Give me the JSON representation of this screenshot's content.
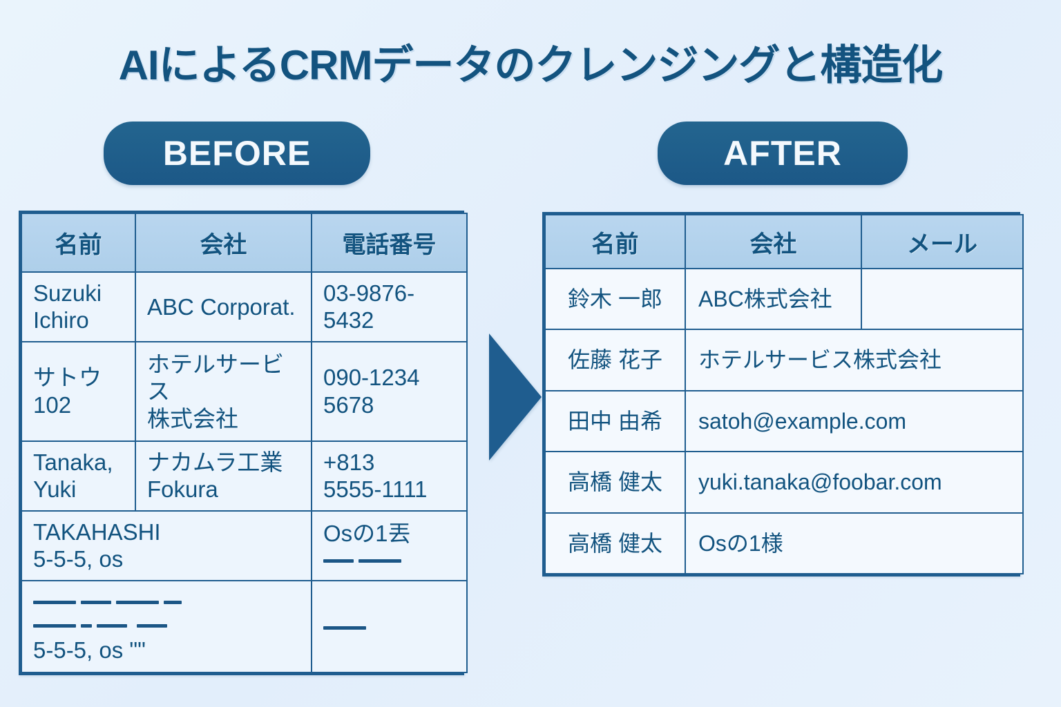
{
  "page": {
    "title": "AIによるCRMデータのクレンジングと構造化",
    "background_color": "#e6f1fb",
    "accent_color": "#1f5d8f",
    "header_fill": "#b3d2ec",
    "text_color": "#12537f"
  },
  "badges": {
    "before": "BEFORE",
    "after": "AFTER"
  },
  "arrow": {
    "icon": "right-triangle-arrow-icon",
    "color": "#1f5d8f"
  },
  "before_table": {
    "columns": [
      "名前",
      "会社",
      "電話番号"
    ],
    "rows": [
      {
        "name_line1": "Suzuki",
        "name_line2": "Ichiro",
        "company": "ABC Corporat.",
        "phone_line1": "03-9876-",
        "phone_line2": "5432"
      },
      {
        "name_line1": "サトウ",
        "name_line2": "102",
        "company_line1": "ホテルサービス",
        "company_line2": "株式会社",
        "phone_line1": "090-1234",
        "phone_line2": "5678"
      },
      {
        "name_line1": "Tanaka,",
        "name_line2": "Yuki",
        "company_line1": "ナカムラ工業",
        "company_line2": "Fokura",
        "phone_line1": "+813",
        "phone_line2": "5555-1111"
      },
      {
        "merged_line1": "TAKAHASHI",
        "merged_line2": "5-5-5, os",
        "phone_line1": "Osの1丟",
        "phone_line2": "— —"
      },
      {
        "merged_line1": "▬▬ ▬▬▬ ▬",
        "merged_line2": "5-5-5, os \"\"",
        "phone_line1": "—"
      }
    ]
  },
  "after_table": {
    "columns": [
      "名前",
      "会社",
      "メール"
    ],
    "rows": [
      {
        "name": "鈴木 一郎",
        "company": "ABC株式会社",
        "email": ""
      },
      {
        "name": "佐藤 花子",
        "merged": "ホテルサービス株式会社"
      },
      {
        "name": "田中 由希",
        "merged": "satoh@example.com"
      },
      {
        "name": "高橋 健太",
        "merged": "yuki.tanaka@foobar.com"
      },
      {
        "name": "高橋 健太",
        "merged": "Osの1様"
      }
    ]
  }
}
